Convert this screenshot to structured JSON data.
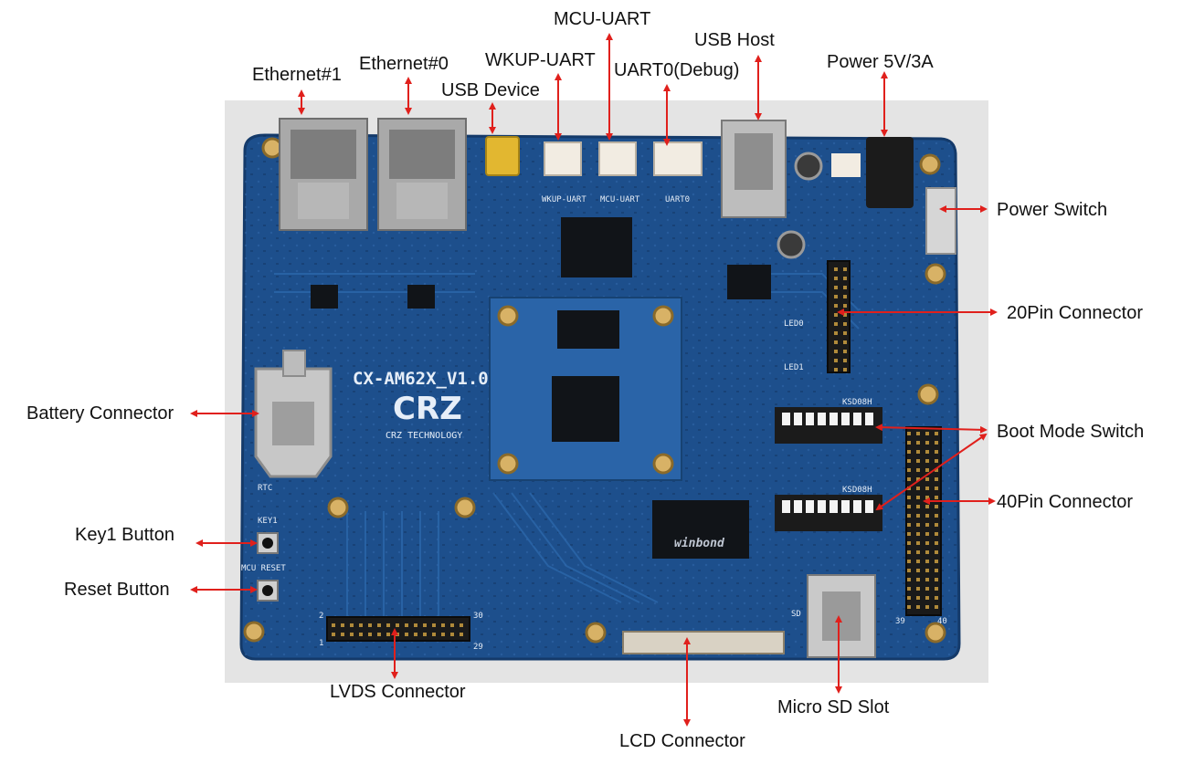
{
  "board": {
    "model_text": "CX-AM62X_V1.0",
    "logo_text": "CRZ",
    "brand_text": "CRZ TECHNOLOGY",
    "silkscreen": {
      "wkup": "WKUP-UART",
      "mcu": "MCU-UART",
      "uart0": "UART0",
      "led0": "LED0",
      "led1": "LED1",
      "key1": "KEY1",
      "mcu_reset": "MCU RESET",
      "rtc": "RTC",
      "sd": "SD",
      "pin2": "2",
      "pin30": "30",
      "pin1": "1",
      "pin29": "29",
      "pin39": "39",
      "pin40": "40",
      "switch_a": "KSD08H",
      "switch_b": "KSD08H",
      "chip_brand": "winbond"
    }
  },
  "labels": {
    "ethernet1": "Ethernet#1",
    "ethernet0": "Ethernet#0",
    "usb_device": "USB Device",
    "wkup_uart": "WKUP-UART",
    "mcu_uart": "MCU-UART",
    "uart0": "UART0(Debug)",
    "usb_host": "USB Host",
    "power": "Power 5V/3A",
    "power_switch": "Power Switch",
    "pin20": "20Pin Connector",
    "battery": "Battery Connector",
    "boot_mode": "Boot Mode Switch",
    "pin40": "40Pin Connector",
    "key1": "Key1 Button",
    "reset": "Reset Button",
    "lvds": "LVDS Connector",
    "lcd": "LCD Connector",
    "micro_sd": "Micro SD Slot"
  },
  "colors": {
    "arrow": "#e0201c",
    "pcb": "#1d4f8c",
    "pcb_dark": "#143a6a",
    "som": "#2a64a8",
    "chip": "#111418",
    "gold": "#c9a24a",
    "photo_bg": "#e4e4e4"
  }
}
